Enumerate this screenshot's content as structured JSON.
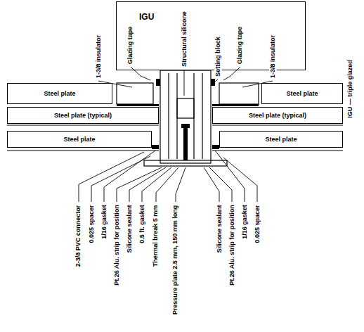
{
  "diagram": {
    "nodes": [
      {
        "text": [
          "IGU"
        ]
      },
      {
        "text": [
          "Steel plate"
        ]
      },
      {
        "text": [
          "Steel plate (typical)"
        ]
      },
      {
        "text": [
          "Steel plate"
        ]
      },
      {
        "text": [
          "Steel plate"
        ]
      },
      {
        "text": [
          "Steel plate (typical)"
        ]
      },
      {
        "text": [
          "Steel plate"
        ]
      }
    ],
    "labels": [
      "1-3/8 insulator",
      "Glazing tape",
      "Structural silicone",
      "Setting block",
      "Glazing tape",
      "1-3/8 insulator",
      "IGU — triple glazed",
      "2-3/8 PVC connector",
      "0.025 spacer",
      "1/16 gasket",
      "Pt.26 Alu. strip for position",
      "Silicone sealant",
      "0.5 ft. gasket",
      "Thermal break 5 mm",
      "Pressure plate 2.5 mm, 150 mm long",
      "Silicone sealant",
      "Pt.26 Alu. strip for position",
      "1/16 gasket",
      "0.025 spacer"
    ]
  }
}
